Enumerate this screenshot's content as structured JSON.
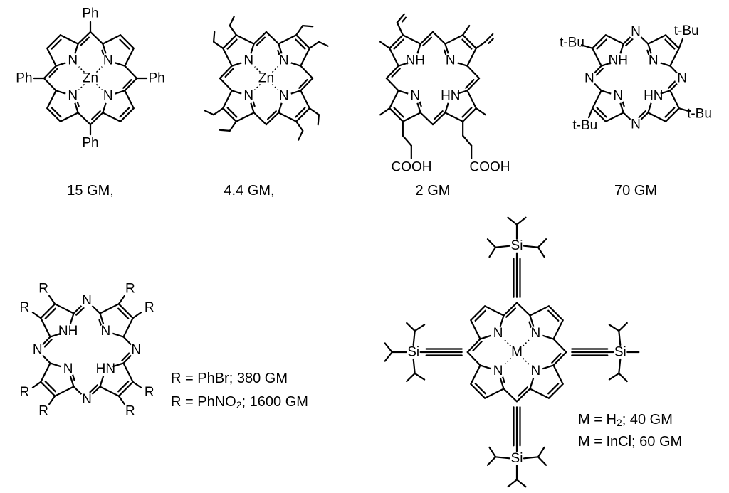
{
  "molecules": [
    {
      "id": "zn-tetraphenylporphyrin",
      "metal": "Zn",
      "substituents": [
        "Ph",
        "Ph",
        "Ph",
        "Ph"
      ],
      "caption": "15 GM,"
    },
    {
      "id": "zn-octaethylporphyrin",
      "metal": "Zn",
      "caption": "4.4 GM,"
    },
    {
      "id": "protoporphyrin",
      "groups": [
        "COOH",
        "COOH"
      ],
      "caption": "2 GM"
    },
    {
      "id": "tetra-tbu-porphyrazine",
      "substituents": [
        "t-Bu",
        "t-Bu",
        "t-Bu",
        "t-Bu"
      ],
      "caption": "70 GM"
    },
    {
      "id": "octa-r-porphyrazine",
      "substituent": "R",
      "conditions": [
        {
          "r": "PhBr",
          "value": "380 GM"
        },
        {
          "r": "PhNO2",
          "value": "1600 GM"
        }
      ]
    },
    {
      "id": "tips-ethynyl-porphyrin",
      "metal_label": "M",
      "silyl": "Si",
      "conditions": [
        {
          "m": "H2",
          "value": "40 GM"
        },
        {
          "m": "InCl",
          "value": "60 GM"
        }
      ]
    }
  ],
  "atoms": {
    "N": "N",
    "NH": "NH",
    "HN": "HN"
  },
  "text": {
    "r_eq_prefix": "R = ",
    "m_eq_prefix": "M = ",
    "sep": "; ",
    "cond1_r": "PhBr",
    "cond1_val": "380 GM",
    "cond2_r_main": "PhNO",
    "cond2_r_sub": "2",
    "cond2_val": "1600 GM",
    "m1_main": "H",
    "m1_sub": "2",
    "m1_val": "40 GM",
    "m2": "InCl",
    "m2_val": "60 GM"
  }
}
